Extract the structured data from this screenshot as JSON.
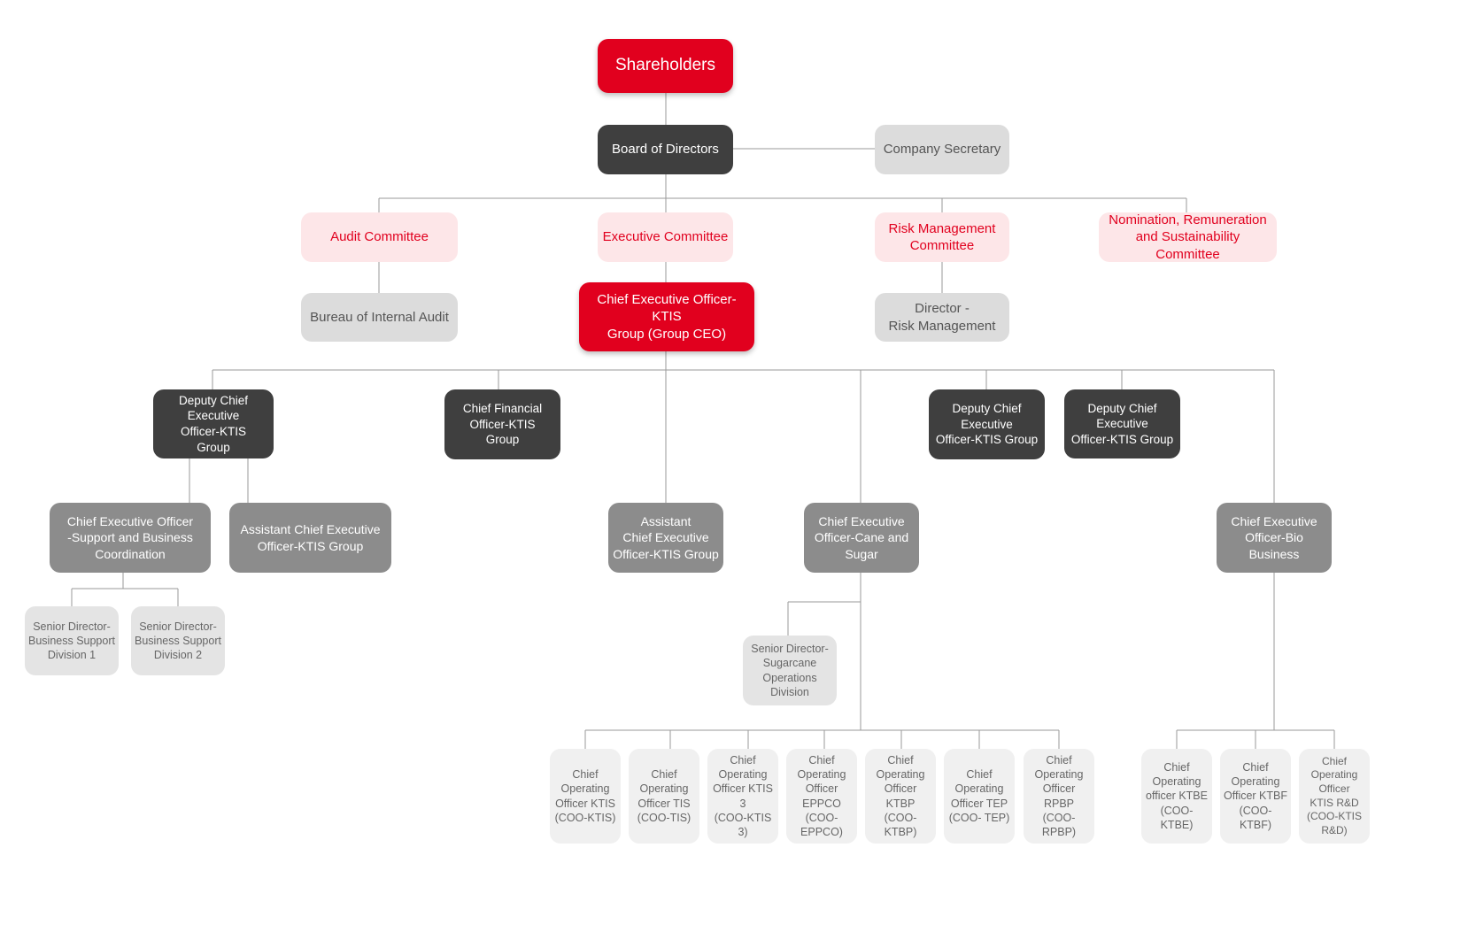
{
  "nodes": {
    "shareholders": "Shareholders",
    "board": "Board of Directors",
    "secretary": "Company Secretary",
    "audit": "Audit Committee",
    "exec": "Executive Committee",
    "risk": "Risk Management\nCommittee",
    "nomination": "Nomination, Remuneration\nand Sustainability Committee",
    "internal_audit": "Bureau of Internal Audit",
    "ceo": "Chief Executive Officer-KTIS\nGroup (Group CEO)",
    "dir_risk": "Director -\nRisk Management",
    "dceo1": "Deputy Chief Executive\nOfficer-KTIS\nGroup",
    "cfo": "Chief Financial\nOfficer-KTIS\nGroup",
    "dceo2": "Deputy Chief\nExecutive\nOfficer-KTIS Group",
    "dceo3": "Deputy Chief\nExecutive\nOfficer-KTIS Group",
    "ceo_support": "Chief Executive Officer\n-Support and Business\nCoordination",
    "aceo1": "Assistant Chief Executive\nOfficer-KTIS Group",
    "aceo2": "Assistant\nChief Executive\nOfficer-KTIS Group",
    "ceo_cane": "Chief Executive\nOfficer-Cane and\nSugar",
    "ceo_bio": "Chief Executive\nOfficer-Bio Business",
    "sd_bs1": "Senior Director-\nBusiness Support\nDivision 1",
    "sd_bs2": "Senior Director-\nBusiness Support\nDivision 2",
    "sd_sugarcane": "Senior Director-\nSugarcane\nOperations Division",
    "coo_ktis": "Chief\nOperating\nOfficer KTIS\n(COO-KTIS)",
    "coo_tis": "Chief\nOperating\nOfficer TIS\n(COO-TIS)",
    "coo_ktis3": "Chief\nOperating\nOfficer KTIS 3\n(COO-KTIS 3)",
    "coo_eppco": "Chief\nOperating\nOfficer EPPCO\n(COO-EPPCO)",
    "coo_ktbp": "Chief\nOperating\nOfficer KTBP\n(COO-KTBP)",
    "coo_tep": "Chief\nOperating\nOfficer TEP\n(COO- TEP)",
    "coo_rpbp": "Chief\nOperating\nOfficer RPBP\n(COO-RPBP)",
    "coo_ktbe": "Chief\nOperating\nofficer KTBE\n(COO-KTBE)",
    "coo_ktbf": "Chief\nOperating\nOfficer KTBF\n(COO-KTBF)",
    "coo_rnd": "Chief Operating\nOfficer\nKTIS R&D\n(COO-KTIS\nR&D)"
  },
  "colors": {
    "red": "#e1001e",
    "dark": "#3f3f3f",
    "pink": "#fde6e8",
    "mid_gray": "#8c8c8c",
    "light_gray": "#dcdcdc",
    "pale_gray": "#f0f0f0",
    "connector": "#999999"
  }
}
